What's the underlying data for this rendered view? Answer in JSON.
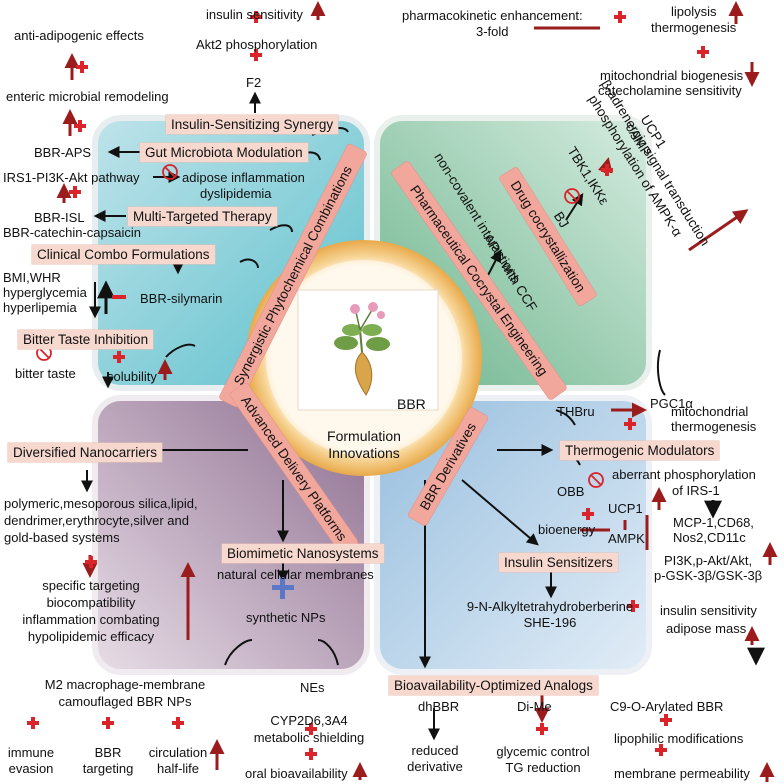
{
  "center": {
    "title": "BBR",
    "subtitle": "Formulation\nInnovations"
  },
  "quadrants": {
    "top_left": "Synergistic Phytochemical Combinations",
    "top_right": "Pharmaceutical Cocrystal Engineering",
    "bottom_left": "Advanced Delivery Platforms",
    "bottom_right": "BBR Derivatives"
  },
  "synergy": {
    "boxes": [
      "Insulin-Sensitizing Synergy",
      "Gut Microbiota Modulation",
      "Multi-Targeted Therapy",
      "Clinical Combo Formulations",
      "Bitter Taste Inhibition"
    ],
    "texts": {
      "insulin_sensitivity": "insulin sensitivity",
      "akt2": "Akt2 phosphorylation",
      "f2": "F2",
      "anti_adipogenic": "anti-adipogenic effects",
      "enteric": "enteric microbial remodeling",
      "bbr_aps": "BBR-APS",
      "irs1": "IRS1-PI3K-Akt pathway",
      "adipose_inflammation": "adipose inflammation",
      "dyslipidemia": "dyslipidemia",
      "bbr_isl": "BBR-ISL",
      "bbr_catechin": "BBR-catechin-capsaicin",
      "bmi": "BMI,WHR",
      "hyperglycemia": "hyperglycemia",
      "hyperlipemia": "hyperlipemia",
      "bbr_silymarin": "BBR-silymarin",
      "bitter_taste": "bitter taste",
      "solubility": "solubility"
    }
  },
  "cocrystal": {
    "texts": {
      "pk": "pharmacokinetic enhancement:",
      "pk2": "3-fold",
      "lipolysis": "lipolysis",
      "thermogenesis": "thermogenesis",
      "mito": "mitochondrial biogenesis",
      "catechol": "catecholamine sensitivity",
      "ucp1": "UCP1",
      "camp": "cAMP",
      "beta": "β-adrenergic signal transduction",
      "ampk_phos": "phosphorylation of AMPK-α",
      "tbk1": "TBK1,IKKε",
      "bj": "BJ",
      "drug_cocrystal": "Drug cocrystallization",
      "noncov": "non-covalent interactions",
      "apis": "APIs with CCF"
    }
  },
  "delivery": {
    "boxes": [
      "Diversified Nanocarriers",
      "Biomimetic Nanosystems"
    ],
    "texts": {
      "carriers1": "polymeric,mesoporous silica,lipid,",
      "carriers2": "dendrimer,erythrocyte,silver and",
      "carriers3": "gold-based systems",
      "spec1": "specific targeting",
      "spec2": "biocompatibility",
      "spec3": "inflammation combating",
      "spec4": "hypolipidemic efficacy",
      "natural": "natural cellular membranes",
      "synthetic": "synthetic NPs",
      "m2a": "M2 macrophage-membrane",
      "m2b": "camouflaged BBR NPs",
      "nes": "NEs",
      "immune1": "immune",
      "immune2": "evasion",
      "target1": "BBR",
      "target2": "targeting",
      "circ1": "circulation",
      "circ2": "half-life",
      "cyp1": "CYP2D6,3A4",
      "cyp2": "metabolic shielding",
      "oral": "oral bioavailability"
    }
  },
  "derivatives": {
    "boxes": [
      "Thermogenic Modulators",
      "Insulin Sensitizers",
      "Bioavailability-Optimized Analogs"
    ],
    "texts": {
      "thbru": "THBru",
      "pgc": "PGC1α",
      "mito1": "mitochondrial",
      "mito2": "thermogenesis",
      "obb": "OBB",
      "aberrant1": "aberrant phosphorylation",
      "aberrant2": "of IRS-1",
      "ucp1": "UCP1",
      "bioenergy": "bioenergy",
      "ampk": "AMPK",
      "mcp1": "MCP-1,CD68,",
      "mcp2": "Nos2,CD11c",
      "pi3k1": "PI3K,p-Akt/Akt,",
      "pi3k2": "p-GSK-3β/GSK-3β",
      "alkyl1": "9-N-Alkyltetrahydroberberine",
      "alkyl2": "SHE-196",
      "ins1": "insulin sensitivity",
      "ins2": "adipose mass",
      "dhbbr": "dhBBR",
      "reduced1": "reduced",
      "reduced2": "derivative",
      "dime": "Di-Me",
      "glyc1": "glycemic control",
      "glyc2": "TG reduction",
      "c9": "C9-O-Arylated BBR",
      "lipo": "lipophilic modifications",
      "memb": "membrane permeability"
    }
  }
}
